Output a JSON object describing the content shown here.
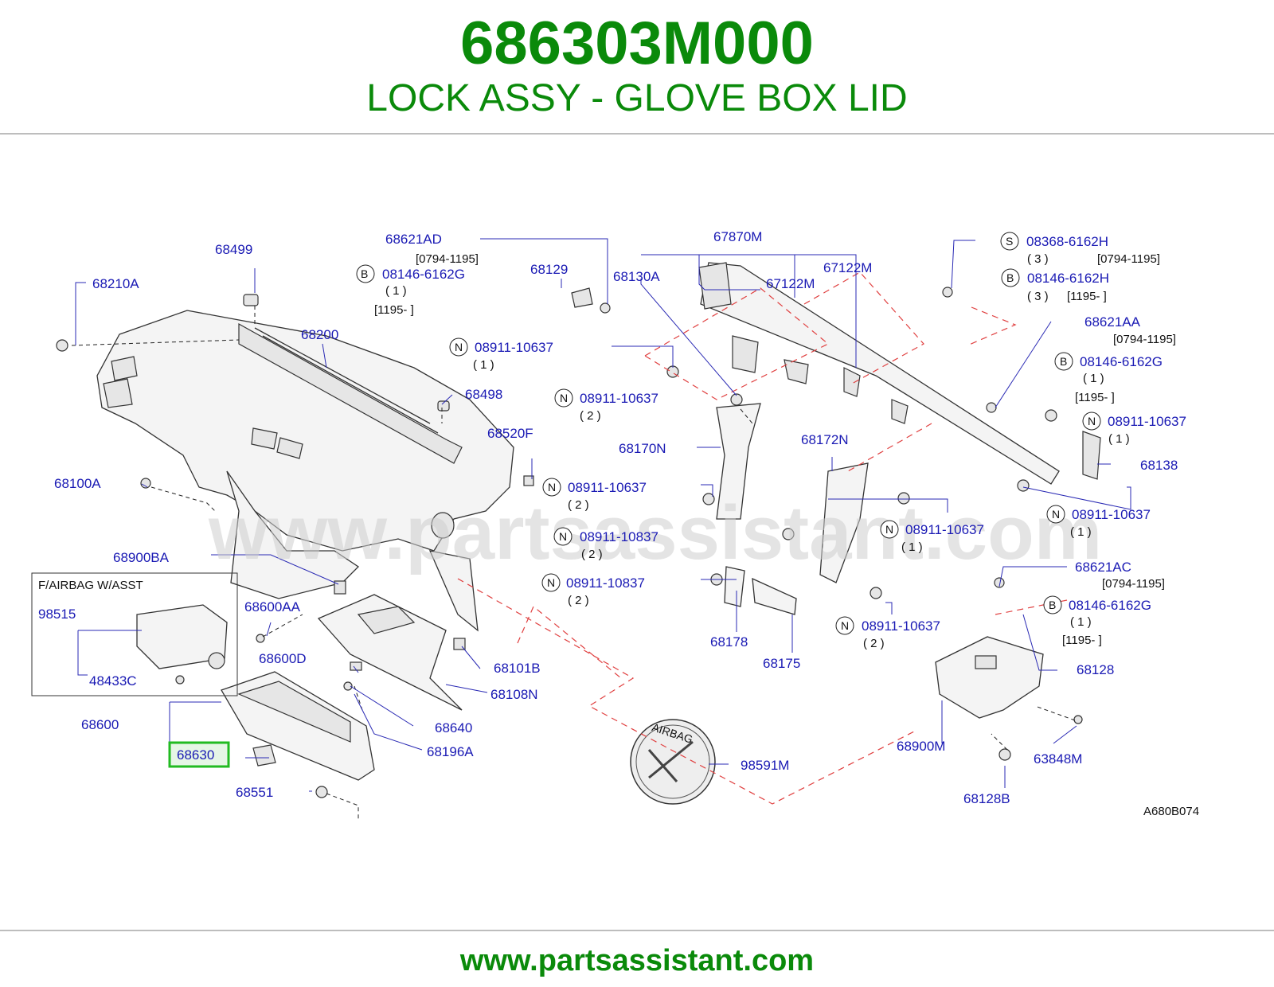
{
  "header": {
    "part_number": "686303M000",
    "part_name": "LOCK ASSY - GLOVE BOX LID"
  },
  "footer": {
    "url": "www.partsassistant.com"
  },
  "diagram": {
    "watermark": "www.partsassistant.com",
    "code": "A680B074",
    "highlight_color": "#22bb22",
    "title_color": "#0a8a0a",
    "label_color": "#1a1ab4",
    "inset_title": "F/AIRBAG   W/ASST",
    "airbag_label": "AIRBAG",
    "labels": {
      "p68210A": "68210A",
      "p68499": "68499",
      "p68621AD": "68621AD",
      "p68129": "68129",
      "p68130A": "68130A",
      "p67870M": "67870M",
      "p67122M_a": "67122M",
      "p67122M_b": "67122M",
      "p68200": "68200",
      "p68498": "68498",
      "p68520F": "68520F",
      "p68170N": "68170N",
      "p68172N": "68172N",
      "p68100A": "68100A",
      "p68900BA": "68900BA",
      "p98515": "98515",
      "p48433C": "48433C",
      "p68600AA": "68600AA",
      "p68600D": "68600D",
      "p68101B": "68101B",
      "p68108N": "68108N",
      "p68600": "68600",
      "p68630": "68630",
      "p68640": "68640",
      "p68196A": "68196A",
      "p68551": "68551",
      "p98591M": "98591M",
      "p68178": "68178",
      "p68175": "68175",
      "p68900M": "68900M",
      "p63848M": "63848M",
      "p68128B": "68128B",
      "p68128": "68128",
      "p68621AC": "68621AC",
      "p68621AA": "68621AA",
      "p68138": "68138"
    },
    "fasteners": [
      {
        "letter": "B",
        "code": "08146-6162G",
        "qty": "( 1 )",
        "range": "[1195-              ]",
        "pre": "[0794-1195]"
      },
      {
        "letter": "N",
        "code": "08911-10637",
        "qty": "( 1 )"
      },
      {
        "letter": "N",
        "code": "08911-10637",
        "qty": "( 2 )"
      },
      {
        "letter": "N",
        "code": "08911-10637",
        "qty": "( 2 )"
      },
      {
        "letter": "N",
        "code": "08911-10837",
        "qty": "( 2 )"
      },
      {
        "letter": "N",
        "code": "08911-10837",
        "qty": "( 2 )"
      },
      {
        "letter": "S",
        "code": "08368-6162H",
        "qty": "( 3 )",
        "range": "[0794-1195]"
      },
      {
        "letter": "B",
        "code": "08146-6162H",
        "qty": "( 3 )",
        "range": "[1195-              ]"
      },
      {
        "letter": "B",
        "code": "08146-6162G",
        "qty": "( 1 )",
        "range": "[1195-              ]",
        "pre": "[0794-1195]"
      },
      {
        "letter": "N",
        "code": "08911-10637",
        "qty": "( 1 )"
      },
      {
        "letter": "N",
        "code": "08911-10637",
        "qty": "( 1 )"
      },
      {
        "letter": "N",
        "code": "08911-10637",
        "qty": "( 1 )"
      },
      {
        "letter": "N",
        "code": "08911-10637",
        "qty": "( 2 )"
      },
      {
        "letter": "B",
        "code": "08146-6162G",
        "qty": "( 1 )",
        "range": "[1195-              ]",
        "pre": "[0794-1195]"
      }
    ]
  }
}
